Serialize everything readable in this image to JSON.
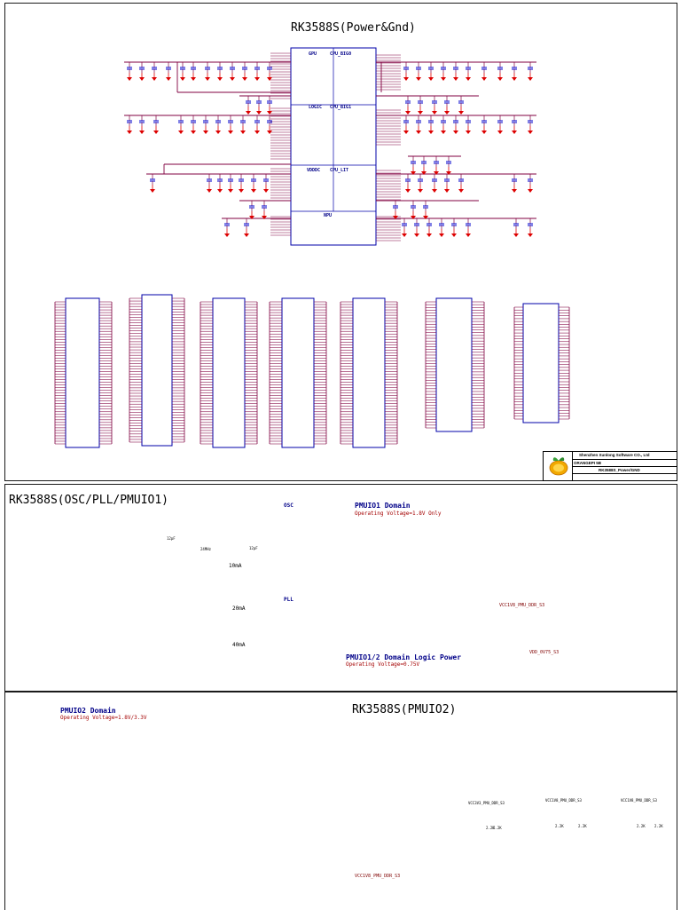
{
  "sheet1": {
    "title": "RK3588S(Power&Gnd)",
    "blocks": {
      "gpu": "GPU",
      "cpu_big0": "CPU_BIG0",
      "cpu_big1": "CPU_BIG1",
      "cpu_lit": "CPU_LIT",
      "npu": "NPU",
      "logic": "LOGIC",
      "vdddc": "VDDDC"
    },
    "titleblock": {
      "company": "Shenzhen Xunlong Software CO., Ltd",
      "project": "ORANGEPI 5B",
      "sheet_name": "RK3588S_Power/GND"
    }
  },
  "sheet2": {
    "title": "RK3588S(OSC/PLL/PMUIO1)",
    "osc_label": "OSC",
    "pll_label": "PLL",
    "pmuio1_title": "PMUIO1 Domain",
    "pmuio1_voltage": "Operating Voltage=1.8V Only",
    "logic_title": "PMUIO1/2 Domain Logic Power",
    "logic_voltage": "Operating Voltage=0.75V",
    "current_10ma": "10mA",
    "current_20ma": "20mA",
    "current_40ma": "40mA",
    "net_vcc1v8_pmu": "VCC1V8_PMU_DDR_S3",
    "net_vdd0v75": "VDD_0V75_S3",
    "cap_12pf_a": "12pF",
    "cap_12pf_b": "12pF",
    "crystal_label": "24MHz"
  },
  "sheet3": {
    "title": "RK3588S(PMUIO2)",
    "pmuio2_title": "PMUIO2 Domain",
    "pmuio2_voltage": "Operating Voltage=1.8V/3.3V",
    "net_bottom": "VCC1V8_PMU_DDR_S3",
    "pullup_nets": [
      "VCC3V3_PMU_DDR_S3",
      "VCC1V8_PMU_DDR_S3",
      "VCC1V8_PMU_DDR_S3"
    ],
    "res_values": [
      "2.2K",
      "2.2K",
      "2.2K",
      "2.2K",
      "2.2K",
      "2.2K"
    ]
  },
  "colors": {
    "wire": "#800040",
    "block": "#0000aa",
    "gnd": "#dd0000",
    "net_label": "#aa0000",
    "cap": "#0000cc",
    "green_dash": "#00cc00"
  }
}
